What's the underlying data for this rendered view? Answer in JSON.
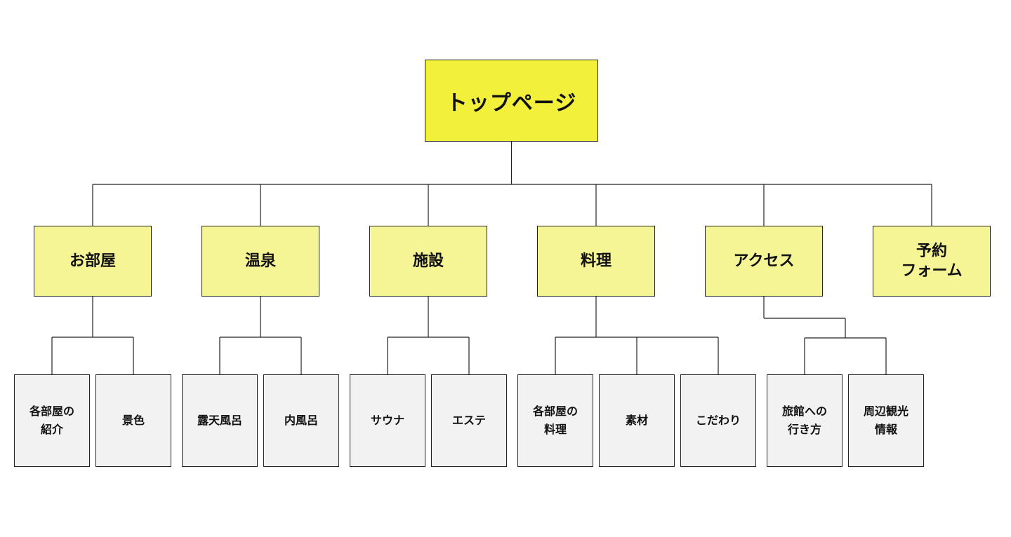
{
  "top": {
    "label": "トップページ"
  },
  "sections": [
    {
      "label": "お部屋",
      "children": [
        "各部屋の\n紹介",
        "景色"
      ]
    },
    {
      "label": "温泉",
      "children": [
        "露天風呂",
        "内風呂"
      ]
    },
    {
      "label": "施設",
      "children": [
        "サウナ",
        "エステ"
      ]
    },
    {
      "label": "料理",
      "children": [
        "各部屋の\n料理",
        "素材",
        "こだわり"
      ]
    },
    {
      "label": "アクセス",
      "children": [
        "旅館への\n行き方",
        "周辺観光\n情報"
      ]
    },
    {
      "label": "予約\nフォーム",
      "children": []
    }
  ],
  "colors": {
    "top": "#f2f03a",
    "level1": "#f6f596",
    "level2": "#f2f2f2",
    "line": "#222222"
  }
}
